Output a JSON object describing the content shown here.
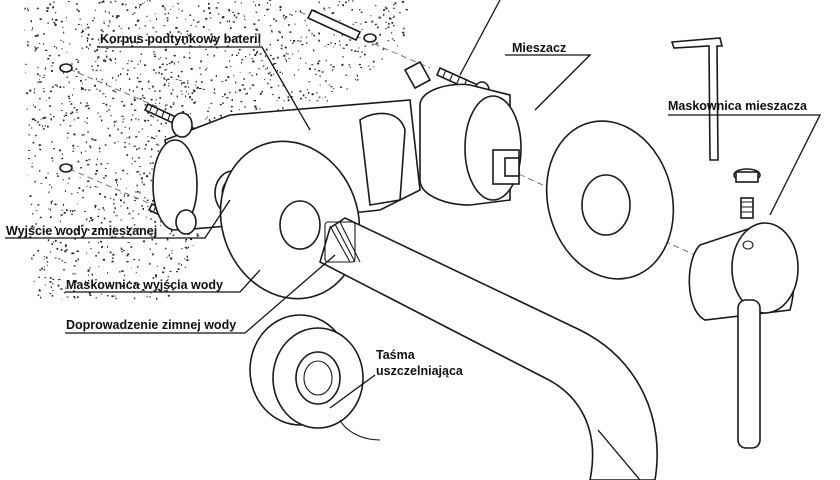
{
  "labels": {
    "body": "Korpus podtynkowy baterii",
    "mixer": "Mieszacz",
    "mixer_cover": "Maskownica mieszacza",
    "mixed_outlet": "Wyjście wody zmieszanej",
    "outlet_cover": "Maskownica wyjścia wody",
    "cold_supply": "Doprowadzenie zimnej wody",
    "tape_line1": "Taśma",
    "tape_line2": "uszczelniająca"
  },
  "colors": {
    "line": "#111111",
    "wall_speckle": "#222222",
    "background": "#ffffff"
  }
}
